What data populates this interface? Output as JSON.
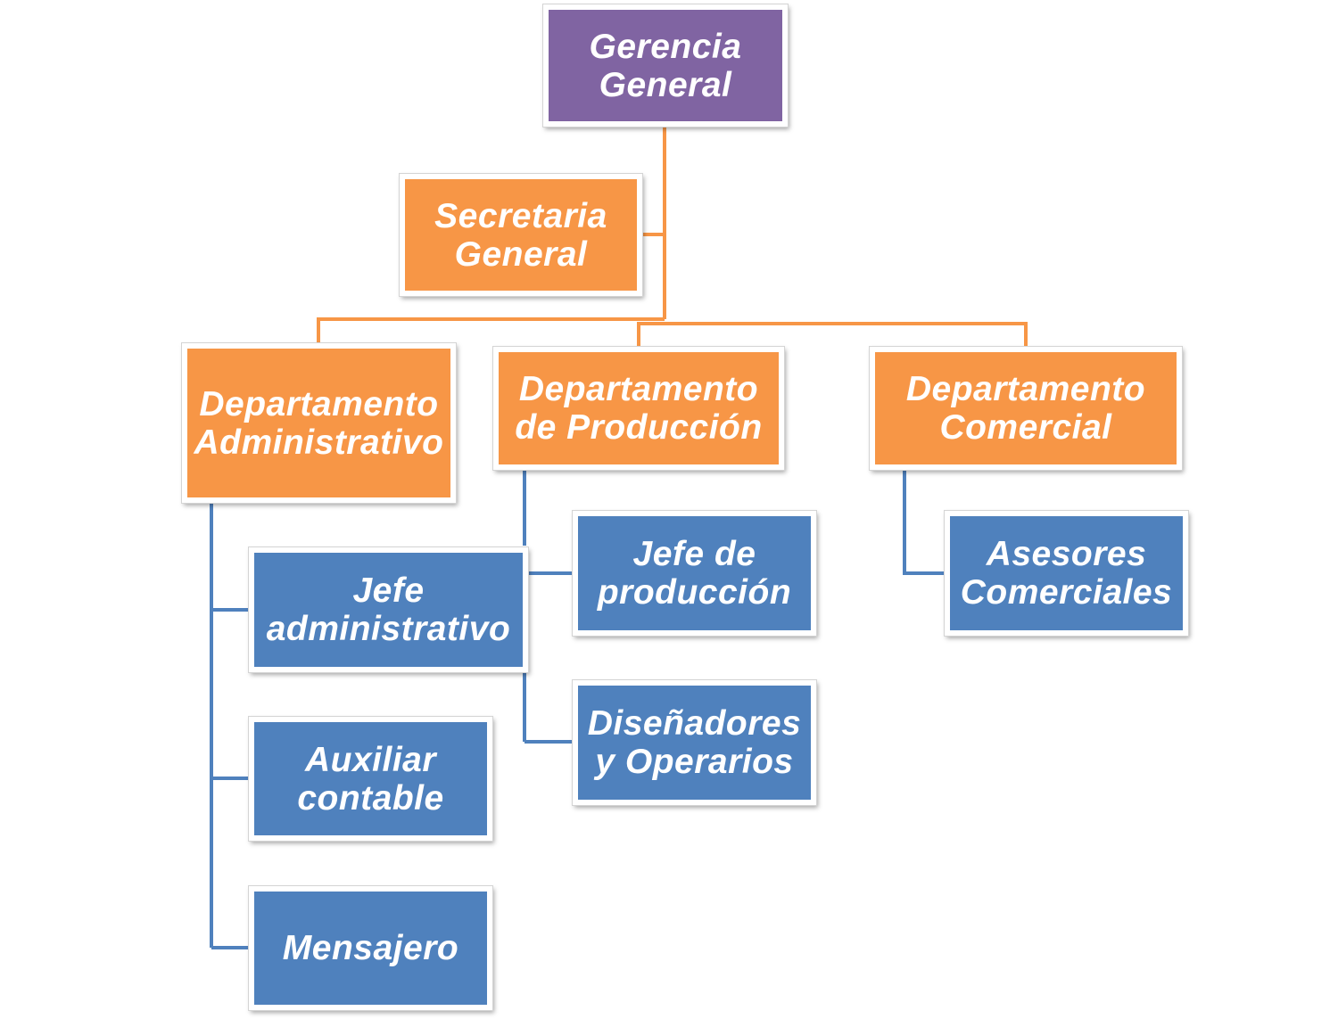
{
  "colors": {
    "top_box": "#8064a2",
    "department_box": "#f79646",
    "role_box": "#4f81bd",
    "orange_connector": "#f79646",
    "blue_connector": "#4f81bd"
  },
  "nodes": {
    "gerencia": "Gerencia\nGeneral",
    "secretaria": "Secretaria\nGeneral",
    "dept_admin": "Departamento\nAdministrativo",
    "dept_prod": "Departamento\nde Producción",
    "dept_com": "Departamento\nComercial",
    "jefe_admin": "Jefe\nadministrativo",
    "auxiliar": "Auxiliar\ncontable",
    "mensajero": "Mensajero",
    "jefe_prod": "Jefe de\nproducción",
    "disenadores": "Diseñadores\ny Operarios",
    "asesores": "Asesores\nComerciales"
  }
}
